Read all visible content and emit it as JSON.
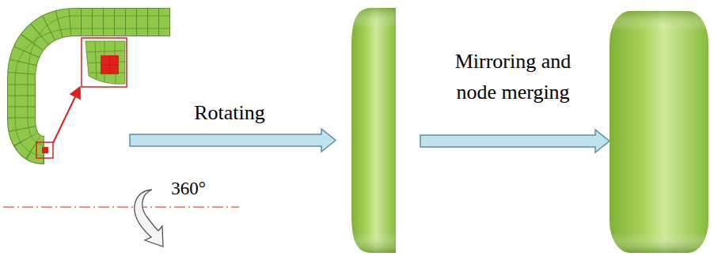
{
  "diagram": {
    "labels": [
      "Rotating",
      "Mirroring and node merging",
      "360°"
    ]
  }
}
